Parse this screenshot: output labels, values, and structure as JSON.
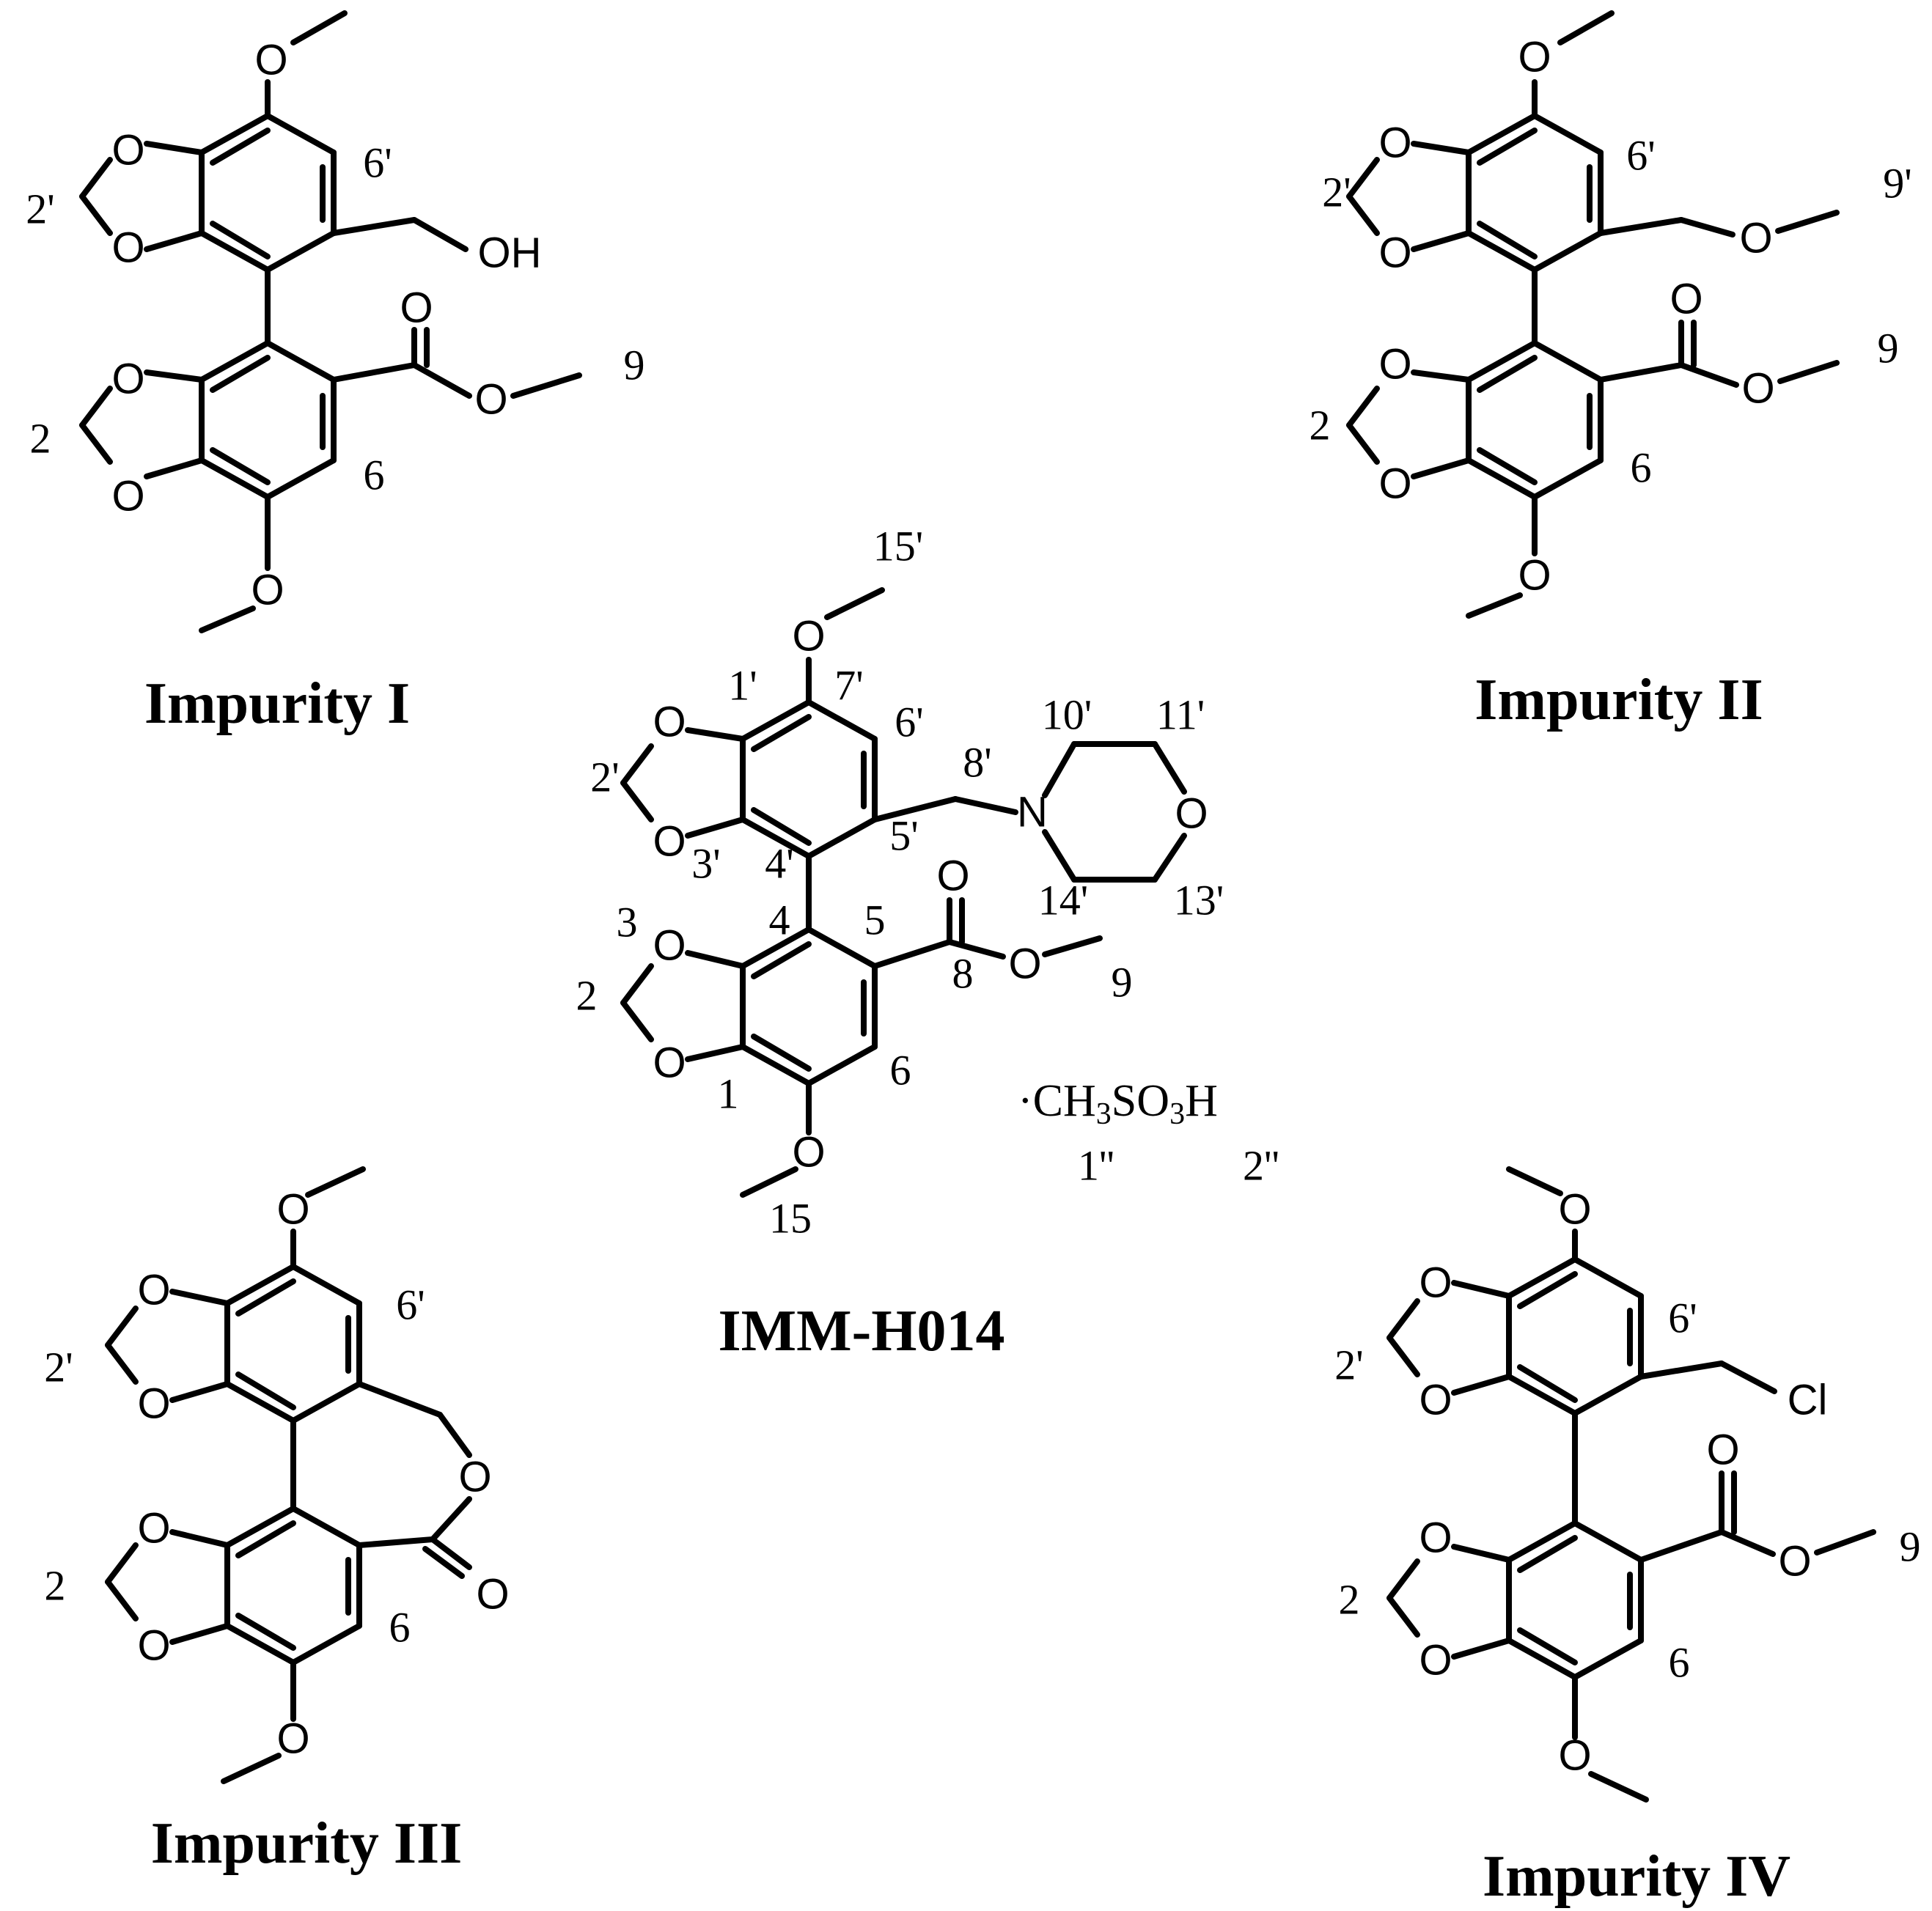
{
  "molecules": [
    {
      "id": "impurity-1",
      "title": "Impurity I",
      "atom_labels": [
        "O",
        "O",
        "O",
        "O",
        "O",
        "O",
        "O",
        "O",
        "OH"
      ],
      "locants": [
        "2'",
        "6'",
        "2",
        "6",
        "9"
      ]
    },
    {
      "id": "impurity-2",
      "title": "Impurity II",
      "atom_labels": [
        "O",
        "O",
        "O",
        "O",
        "O",
        "O",
        "O",
        "O",
        "O"
      ],
      "locants": [
        "2'",
        "6'",
        "9'",
        "2",
        "6",
        "9"
      ]
    },
    {
      "id": "imm-h014",
      "title": "IMM-H014",
      "atom_labels": [
        "O",
        "O",
        "O",
        "O",
        "O",
        "O",
        "O",
        "O",
        "N",
        "O"
      ],
      "locants": [
        "15'",
        "1'",
        "7'",
        "6'",
        "2'",
        "3'",
        "4'",
        "5'",
        "8'",
        "10'",
        "11'",
        "13'",
        "14'",
        "3",
        "4",
        "5",
        "2",
        "8",
        "9",
        "1",
        "6",
        "15"
      ],
      "salt": {
        "dot": "·",
        "formula_a": "CH",
        "sub_a": "3",
        "formula_b": "SO",
        "sub_b": "3",
        "formula_c": "H",
        "locant_1": "1''",
        "locant_2": "2''"
      }
    },
    {
      "id": "impurity-3",
      "title": "Impurity III",
      "atom_labels": [
        "O",
        "O",
        "O",
        "O",
        "O",
        "O",
        "O",
        "O"
      ],
      "locants": [
        "2'",
        "6'",
        "2",
        "6"
      ]
    },
    {
      "id": "impurity-4",
      "title": "Impurity IV",
      "atom_labels": [
        "O",
        "O",
        "O",
        "O",
        "O",
        "O",
        "O",
        "O",
        "Cl"
      ],
      "locants": [
        "2'",
        "6'",
        "2",
        "6",
        "9"
      ]
    }
  ]
}
